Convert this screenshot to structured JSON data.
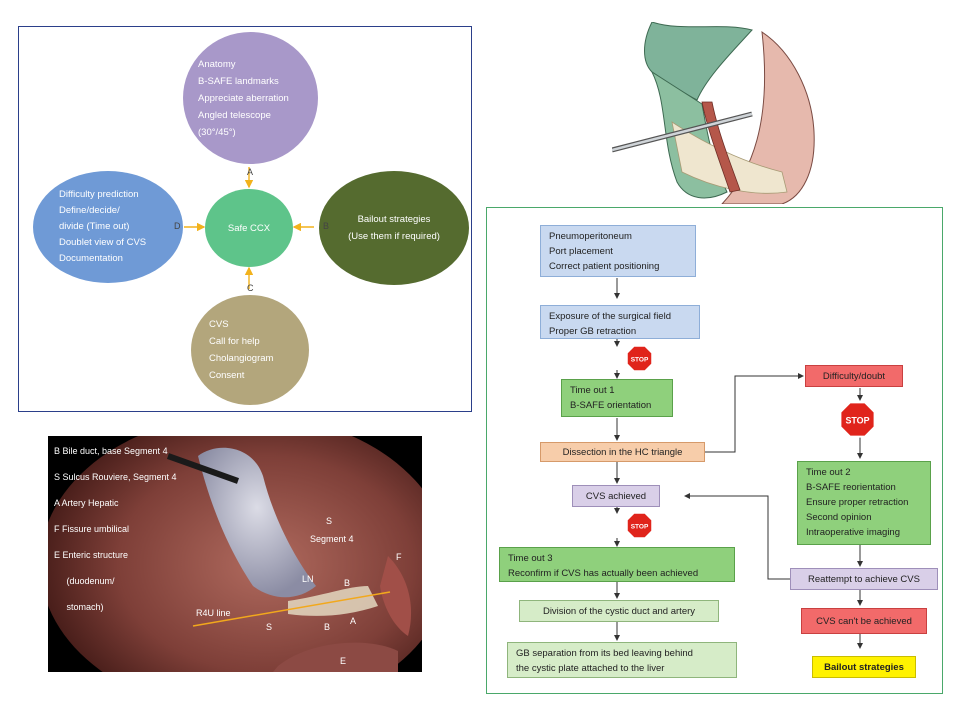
{
  "safe_diagram": {
    "center": "Safe CCX",
    "top": [
      "Anatomy",
      "B-SAFE landmarks",
      "Appreciate aberration",
      "Angled telescope",
      "(30°/45°)"
    ],
    "right": [
      "Bailout strategies",
      "(Use them if required)"
    ],
    "bottom": [
      "CVS",
      "Call for help",
      "Cholangiogram",
      "Consent"
    ],
    "left": [
      "Difficulty prediction",
      "Define/decide/",
      "divide (Time out)",
      "Doublet view of CVS",
      "Documentation"
    ],
    "letters": {
      "top": "A",
      "right": "B",
      "bottom": "C",
      "left": "D"
    },
    "colors": {
      "top": "#a898c9",
      "right": "#556b2f",
      "bottom": "#b3a67c",
      "left": "#6f9ad6",
      "center": "#5ec48a",
      "arrow": "#f2b21c",
      "frame": "#2b3f8a"
    }
  },
  "flowchart": {
    "step1": [
      "Pneumoperitoneum",
      "Port placement",
      "Correct patient positioning"
    ],
    "step2": [
      "Exposure of the surgical field",
      "Proper GB retraction"
    ],
    "stop_label": "STOP",
    "timeout1": [
      "Time out 1",
      "B-SAFE orientation"
    ],
    "dissection": "Dissection in the HC triangle",
    "cvs_achieved": "CVS achieved",
    "timeout3": [
      "Time out 3",
      "Reconfirm if CVS has actually been achieved"
    ],
    "division": "Division of the cystic duct and artery",
    "separation": [
      "GB separation from its bed leaving behind",
      "the cystic plate attached to the liver"
    ],
    "difficulty": "Difficulty/doubt",
    "timeout2": [
      "Time out 2",
      "B-SAFE reorientation",
      "Ensure proper retraction",
      "Second opinion",
      "Intraoperative imaging"
    ],
    "reattempt": "Reattempt to achieve CVS",
    "cvs_cant": "CVS can't be achieved",
    "bailout": "Bailout strategies"
  },
  "photo": {
    "legend": [
      "B   Bile duct, base Segment 4",
      "S   Sulcus Rouviere, Segment 4",
      "A   Artery Hepatic",
      "F   Fissure umbilical",
      "E   Enteric structure",
      "     (duodenum/",
      "     stomach)"
    ],
    "labels": {
      "s_top": "S",
      "segment4": "Segment 4",
      "f": "F",
      "ln": "LN",
      "b1": "B",
      "r4u": "R4U line",
      "s_low": "S",
      "b2": "B",
      "a": "A",
      "e": "E"
    }
  }
}
